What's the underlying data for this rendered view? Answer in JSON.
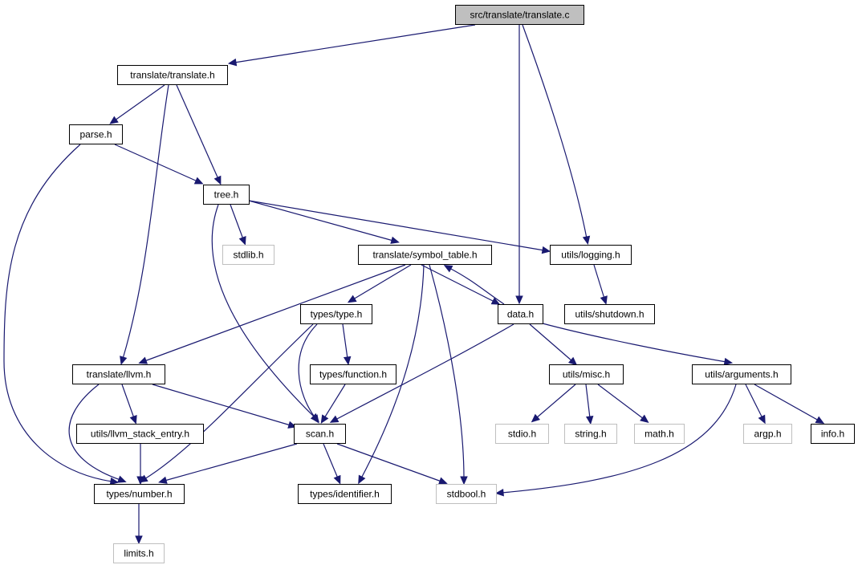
{
  "diagram": {
    "root": "src/translate/translate.c",
    "nodes": [
      {
        "id": "translate_c",
        "label": "src/translate/translate.c",
        "kind": "root"
      },
      {
        "id": "translate_h",
        "label": "translate/translate.h",
        "kind": "header"
      },
      {
        "id": "parse_h",
        "label": "parse.h",
        "kind": "header"
      },
      {
        "id": "tree_h",
        "label": "tree.h",
        "kind": "header"
      },
      {
        "id": "stdlib_h",
        "label": "stdlib.h",
        "kind": "external"
      },
      {
        "id": "symbol_table_h",
        "label": "translate/symbol_table.h",
        "kind": "header"
      },
      {
        "id": "logging_h",
        "label": "utils/logging.h",
        "kind": "header"
      },
      {
        "id": "shutdown_h",
        "label": "utils/shutdown.h",
        "kind": "header"
      },
      {
        "id": "type_h",
        "label": "types/type.h",
        "kind": "header"
      },
      {
        "id": "data_h",
        "label": "data.h",
        "kind": "header"
      },
      {
        "id": "llvm_h",
        "label": "translate/llvm.h",
        "kind": "header"
      },
      {
        "id": "function_h",
        "label": "types/function.h",
        "kind": "header"
      },
      {
        "id": "misc_h",
        "label": "utils/misc.h",
        "kind": "header"
      },
      {
        "id": "arguments_h",
        "label": "utils/arguments.h",
        "kind": "header"
      },
      {
        "id": "llvm_stack_entry_h",
        "label": "utils/llvm_stack_entry.h",
        "kind": "header"
      },
      {
        "id": "scan_h",
        "label": "scan.h",
        "kind": "header"
      },
      {
        "id": "stdio_h",
        "label": "stdio.h",
        "kind": "external"
      },
      {
        "id": "string_h",
        "label": "string.h",
        "kind": "external"
      },
      {
        "id": "math_h",
        "label": "math.h",
        "kind": "external"
      },
      {
        "id": "argp_h",
        "label": "argp.h",
        "kind": "external"
      },
      {
        "id": "info_h",
        "label": "info.h",
        "kind": "header"
      },
      {
        "id": "number_h",
        "label": "types/number.h",
        "kind": "header"
      },
      {
        "id": "identifier_h",
        "label": "types/identifier.h",
        "kind": "header"
      },
      {
        "id": "stdbool_h",
        "label": "stdbool.h",
        "kind": "external"
      },
      {
        "id": "limits_h",
        "label": "limits.h",
        "kind": "external"
      }
    ],
    "edges": [
      {
        "from": "translate_c",
        "to": "translate_h"
      },
      {
        "from": "translate_c",
        "to": "logging_h"
      },
      {
        "from": "translate_c",
        "to": "data_h"
      },
      {
        "from": "translate_h",
        "to": "parse_h"
      },
      {
        "from": "translate_h",
        "to": "tree_h"
      },
      {
        "from": "translate_h",
        "to": "llvm_h"
      },
      {
        "from": "parse_h",
        "to": "tree_h"
      },
      {
        "from": "parse_h",
        "to": "number_h"
      },
      {
        "from": "tree_h",
        "to": "stdlib_h"
      },
      {
        "from": "tree_h",
        "to": "symbol_table_h"
      },
      {
        "from": "tree_h",
        "to": "logging_h"
      },
      {
        "from": "tree_h",
        "to": "scan_h"
      },
      {
        "from": "symbol_table_h",
        "to": "type_h"
      },
      {
        "from": "symbol_table_h",
        "to": "data_h"
      },
      {
        "from": "symbol_table_h",
        "to": "llvm_h"
      },
      {
        "from": "symbol_table_h",
        "to": "identifier_h"
      },
      {
        "from": "symbol_table_h",
        "to": "stdbool_h"
      },
      {
        "from": "data_h",
        "to": "symbol_table_h"
      },
      {
        "from": "data_h",
        "to": "misc_h"
      },
      {
        "from": "data_h",
        "to": "arguments_h"
      },
      {
        "from": "data_h",
        "to": "scan_h"
      },
      {
        "from": "logging_h",
        "to": "shutdown_h"
      },
      {
        "from": "type_h",
        "to": "function_h"
      },
      {
        "from": "type_h",
        "to": "scan_h"
      },
      {
        "from": "type_h",
        "to": "number_h"
      },
      {
        "from": "function_h",
        "to": "scan_h"
      },
      {
        "from": "llvm_h",
        "to": "llvm_stack_entry_h"
      },
      {
        "from": "llvm_h",
        "to": "scan_h"
      },
      {
        "from": "llvm_h",
        "to": "number_h"
      },
      {
        "from": "llvm_stack_entry_h",
        "to": "number_h"
      },
      {
        "from": "scan_h",
        "to": "number_h"
      },
      {
        "from": "scan_h",
        "to": "identifier_h"
      },
      {
        "from": "scan_h",
        "to": "stdbool_h"
      },
      {
        "from": "misc_h",
        "to": "stdio_h"
      },
      {
        "from": "misc_h",
        "to": "string_h"
      },
      {
        "from": "misc_h",
        "to": "math_h"
      },
      {
        "from": "arguments_h",
        "to": "argp_h"
      },
      {
        "from": "arguments_h",
        "to": "info_h"
      },
      {
        "from": "arguments_h",
        "to": "stdbool_h"
      },
      {
        "from": "number_h",
        "to": "limits_h"
      }
    ]
  },
  "colors": {
    "edge": "#191970",
    "node_border": "#000000",
    "external_border": "#bfbfbf",
    "root_fill": "#bfbfbf"
  }
}
